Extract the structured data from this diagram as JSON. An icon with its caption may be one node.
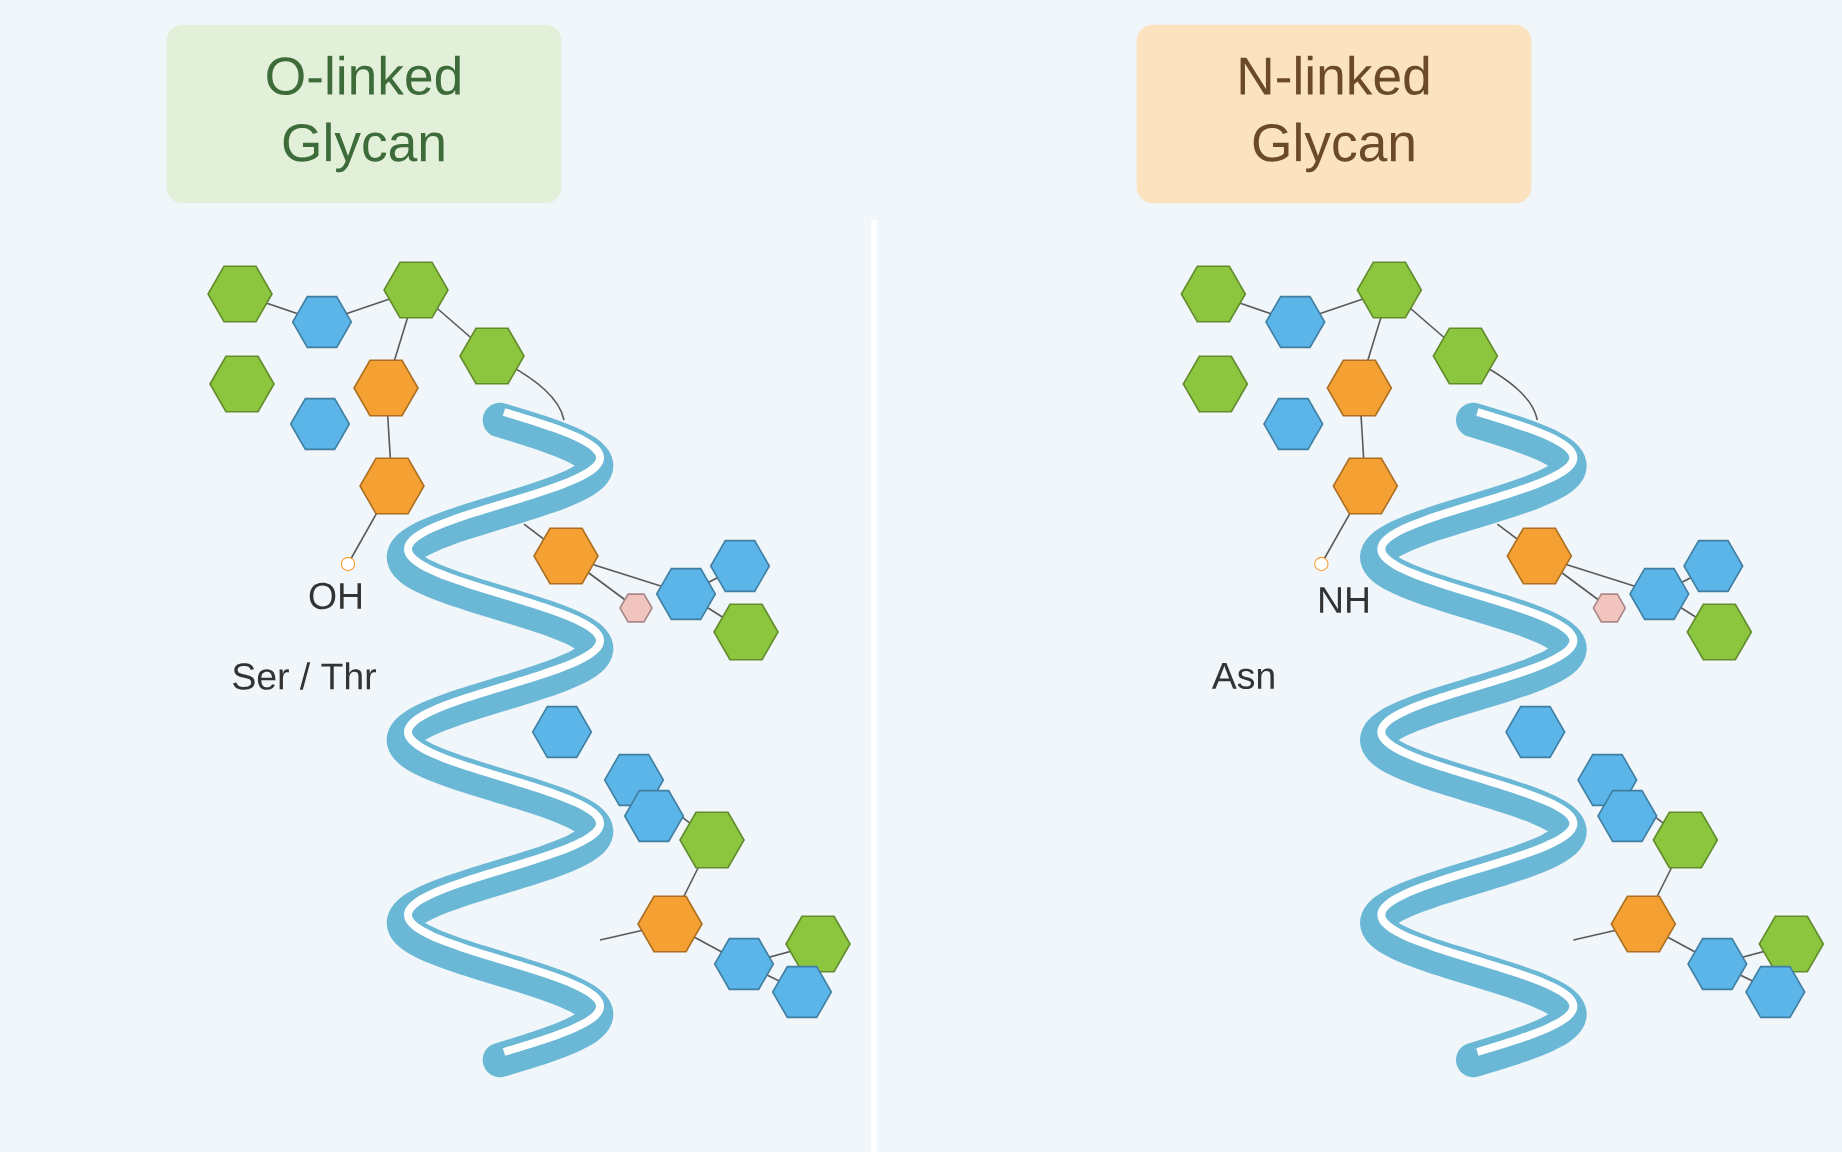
{
  "diagram": {
    "nodes": [
      {
        "text": [
          "O-linked Glycan"
        ]
      },
      {
        "text": [
          "N-linked Glycan"
        ]
      }
    ],
    "labels": [
      "OH",
      "Ser / Thr",
      "NH",
      "Asn"
    ]
  }
}
